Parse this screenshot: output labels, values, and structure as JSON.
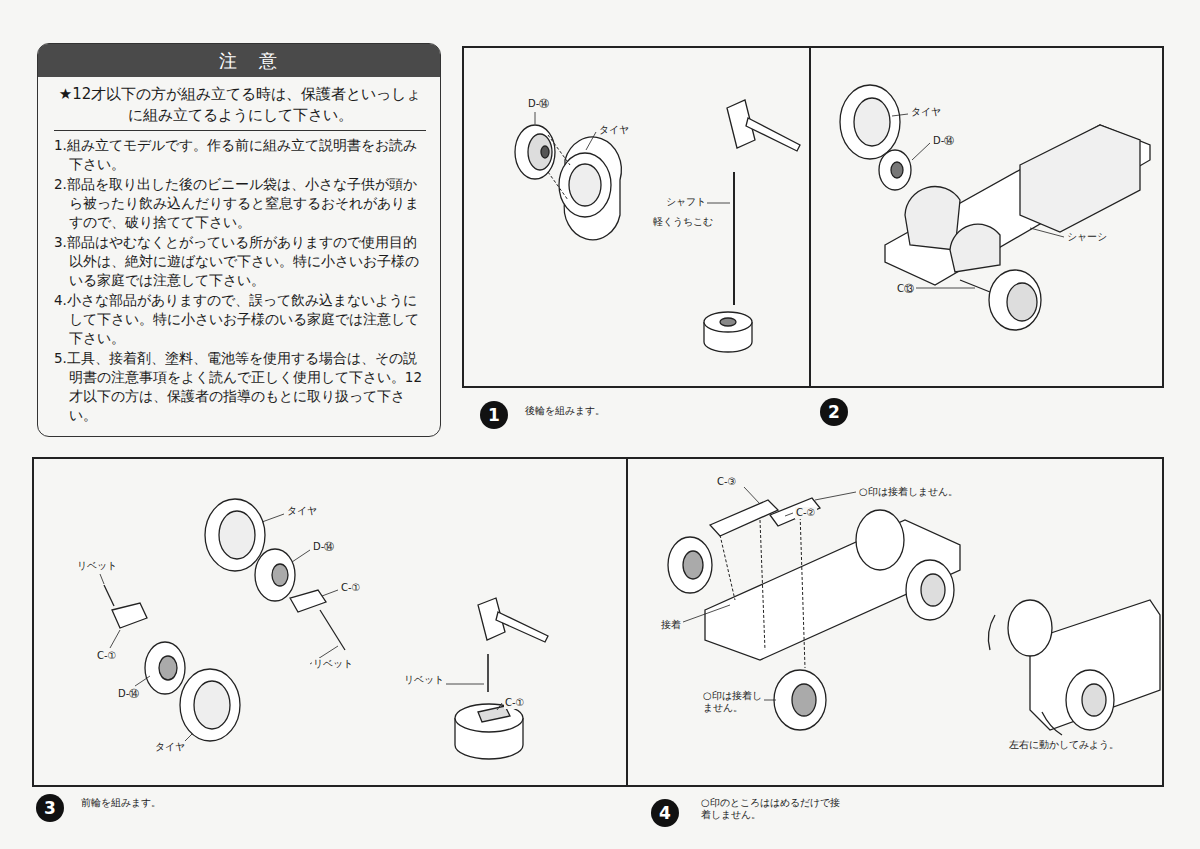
{
  "diagram": {
    "nodes": [
      {
        "text": [
          "★12才以下の方が組み立てる時は、保護者といっしょに組み立てるようにして下さい。",
          "1.組み立てモデルです。作る前に組み立て説明書をお読み下さい。",
          "2.部品を取り出した後のビニール袋は、小さな子供が頭から被ったり飲み込んだりすると窒息するおそれがありますので、破り捨てて下さい。",
          "3.部品はやむなくとがっている所がありますので使用目的以外は、絶対に遊ばないで下さい。特に小さいお子様のいる家庭では注意して下さい。",
          "4.小さな部品がありますので、誤って飲み込まないようにして下さい。特に小さいお子様のいる家庭では注意して下さい。",
          "5.工具、接着剤、塗料、電池等を使用する場合は、その説明書の注意事項をよく読んで正しく使用して下さい。12才以下の方は、保護者の指導のもとに取り扱って下さい。"
        ]
      },
      {
        "text": [
          "注意"
        ],
        "in": 0
      },
      {
        "text": [
          "1"
        ]
      },
      {
        "text": [
          "2"
        ]
      },
      {
        "text": [
          "3"
        ]
      },
      {
        "text": [
          "4"
        ]
      }
    ],
    "labels": [
      "D-⑭",
      "タイヤ",
      "シャフト",
      "軽くうちこむ",
      "後輪を組みます。",
      "タイヤ",
      "D-⑭",
      "シャーシ",
      "C⑬",
      "タイヤ",
      "D-⑭",
      "C-①",
      "リベット",
      "C-①",
      "リベット",
      "D-⑭",
      "タイヤ",
      "リベット",
      "C-①",
      "前輪を組みます。",
      "C-③",
      "○印は接着しません。",
      "C-②",
      "接着",
      "○印は接着しません。",
      "左右に動かしてみよう。",
      "○印のところははめるだけで接着しません。"
    ]
  }
}
